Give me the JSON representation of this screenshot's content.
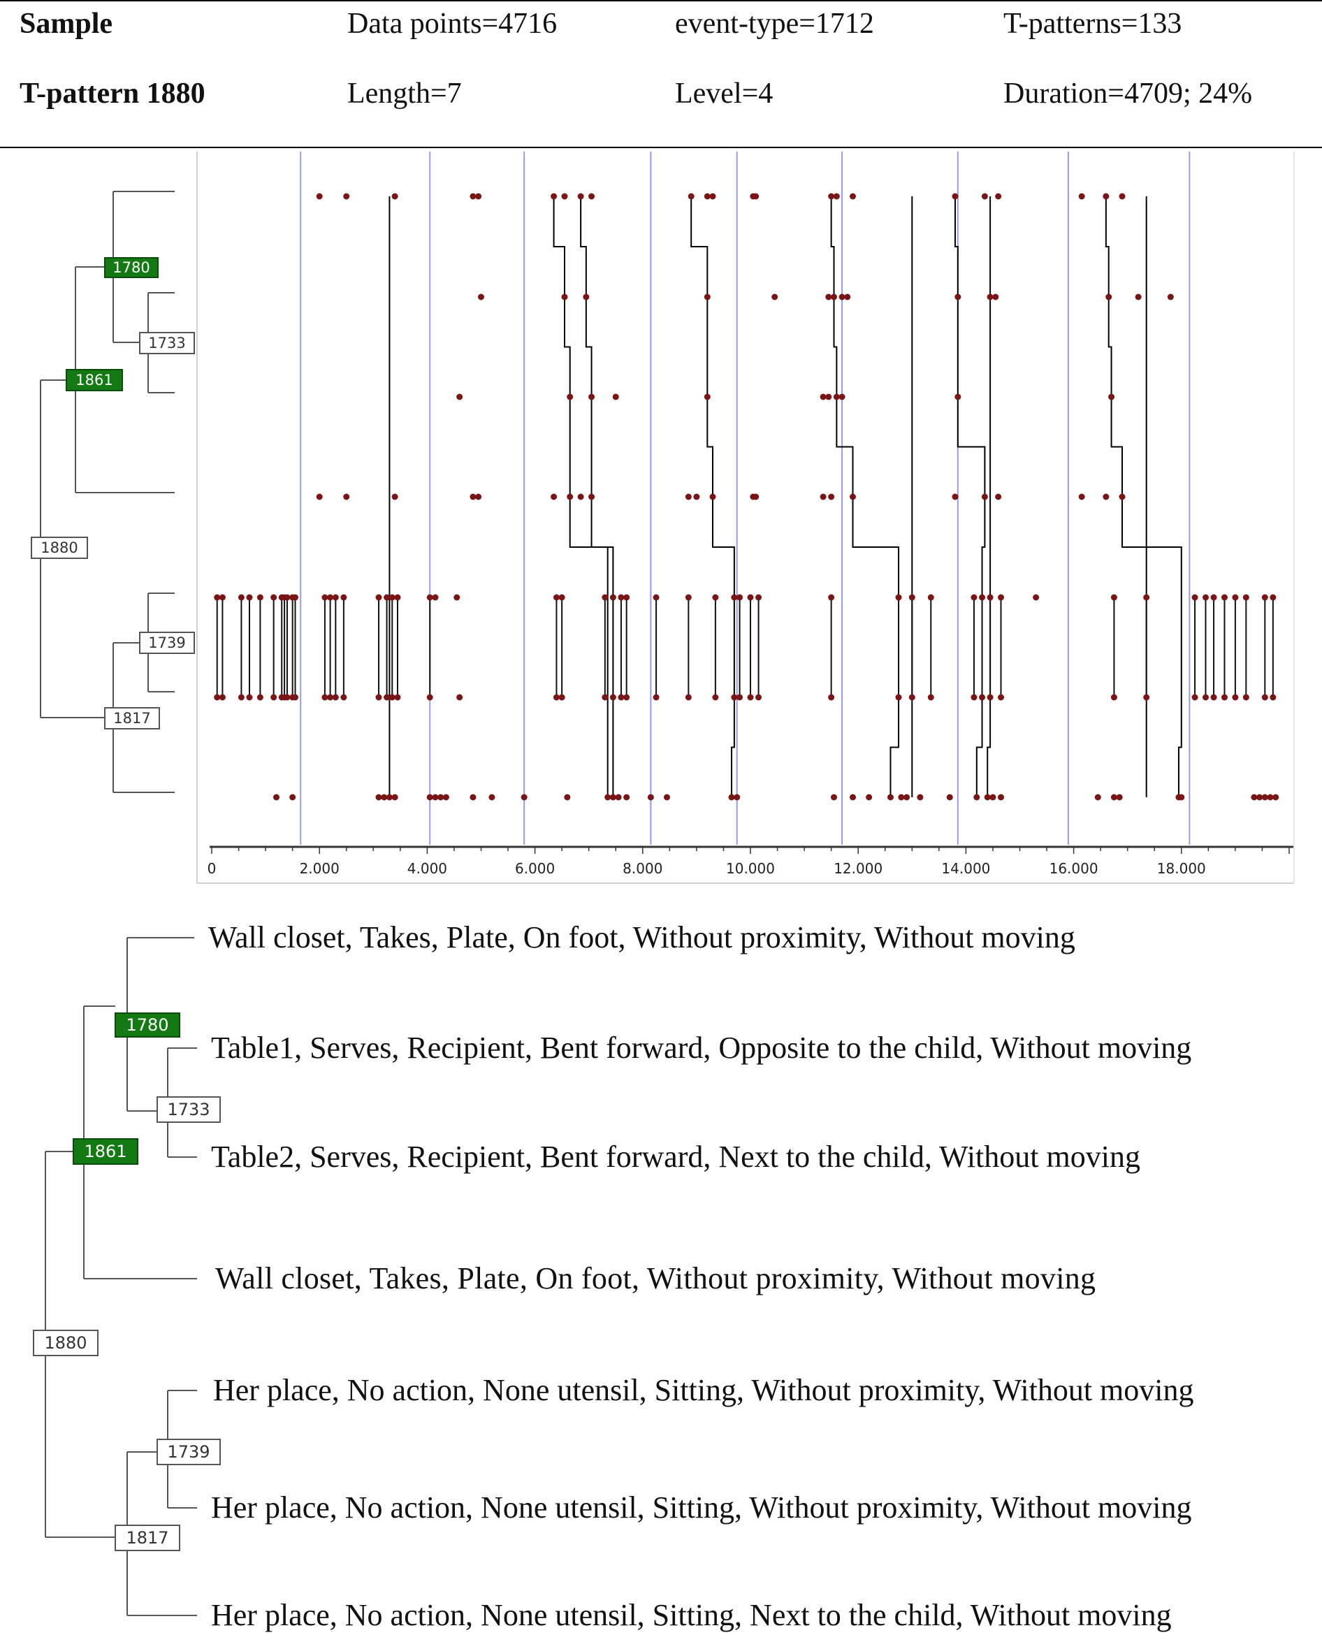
{
  "header": {
    "row1": {
      "name": "Sample",
      "data_points": "Data points=4716",
      "event_type": "event-type=1712",
      "t_patterns": "T-patterns=133"
    },
    "row2": {
      "name": "T-pattern 1880",
      "length": "Length=7",
      "level": "Level=4",
      "duration": "Duration=4709; 24%"
    }
  },
  "tree": {
    "nodes": [
      {
        "id": "1780",
        "label": "1780",
        "highlight": true
      },
      {
        "id": "1733",
        "label": "1733",
        "highlight": false
      },
      {
        "id": "1861",
        "label": "1861",
        "highlight": true
      },
      {
        "id": "1880",
        "label": "1880",
        "highlight": false
      },
      {
        "id": "1739",
        "label": "1739",
        "highlight": false
      },
      {
        "id": "1817",
        "label": "1817",
        "highlight": false
      }
    ]
  },
  "events": [
    "Wall closet, Takes, Plate, On foot, Without proximity, Without moving",
    "Table1, Serves,  Recipient, Bent forward, Opposite to the child, Without moving",
    "Table2, Serves,  Recipient, Bent forward, Next to the child, Without moving",
    "Wall closet, Takes, Plate, On foot, Without proximity, Without moving",
    "Her place, No action, None utensil, Sitting, Without proximity, Without moving",
    "Her place, No action, None utensil, Sitting, Without proximity, Without moving",
    "Her place, No action, None utensil, Sitting, Next to the child, Without moving"
  ],
  "colors": {
    "highlight_node": "#137a13",
    "point": "#7a1515",
    "guide_line": "#9a9ae8",
    "line": "#000000"
  },
  "chart_data": {
    "type": "scatter",
    "xlim": [
      0,
      20000
    ],
    "x_ticks": [
      "0",
      "2.000",
      "4.000",
      "6.000",
      "8.000",
      "10.000",
      "12.000",
      "14.000",
      "16.000",
      "18.000"
    ],
    "x_tick_values": [
      0,
      2000,
      4000,
      6000,
      8000,
      10000,
      12000,
      14000,
      16000,
      18000
    ],
    "guide_lines": [
      1650,
      4050,
      5800,
      8150,
      9750,
      11700,
      13850,
      15900,
      18150
    ],
    "rows": [
      [
        2000,
        2500,
        3400,
        4850,
        4950,
        6350,
        6550,
        6850,
        7050,
        8900,
        9200,
        9300,
        10050,
        10100,
        11500,
        11600,
        11900,
        13800,
        14350,
        14600,
        16150,
        16600,
        16900
      ],
      [
        5000,
        6550,
        6950,
        9200,
        10450,
        11450,
        11550,
        11700,
        11800,
        13850,
        14450,
        14550,
        16650,
        17200,
        17800
      ],
      [
        4600,
        6650,
        7050,
        7500,
        9200,
        11350,
        11450,
        11600,
        11700,
        13850,
        16700
      ],
      [
        2000,
        2500,
        3400,
        4850,
        4950,
        6350,
        6650,
        6850,
        7050,
        8850,
        9000,
        9300,
        10050,
        10100,
        11350,
        11500,
        11900,
        13800,
        14350,
        14600,
        16150,
        16600,
        16900
      ],
      [
        100,
        200,
        550,
        700,
        900,
        1150,
        1300,
        1350,
        1400,
        1500,
        1550,
        2100,
        2200,
        2300,
        2450,
        3100,
        3250,
        3350,
        3450,
        4050,
        4150,
        4550,
        6400,
        6500,
        7300,
        7450,
        7600,
        7700,
        8250,
        8850,
        9350,
        9700,
        9800,
        10000,
        10150,
        11500,
        12750,
        13000,
        13350,
        14150,
        14300,
        14450,
        14650,
        15300,
        16750,
        17350,
        18250,
        18450,
        18600,
        18800,
        19000,
        19200,
        19550,
        19700
      ],
      [
        100,
        200,
        550,
        700,
        900,
        1150,
        1300,
        1350,
        1400,
        1500,
        1550,
        2100,
        2200,
        2300,
        2450,
        3100,
        3250,
        3350,
        3450,
        4050,
        4600,
        6400,
        6500,
        7300,
        7450,
        7600,
        7700,
        8250,
        8850,
        9350,
        9700,
        9800,
        10000,
        10150,
        11500,
        12750,
        13000,
        13350,
        14150,
        14300,
        14450,
        14650,
        16750,
        17350,
        18250,
        18450,
        18600,
        18800,
        19000,
        19200,
        19550,
        19700
      ],
      [
        1200,
        1500,
        3100,
        3200,
        3300,
        3400,
        4050,
        4150,
        4250,
        4350,
        4850,
        5200,
        5800,
        6600,
        7350,
        7450,
        7550,
        7700,
        8150,
        8450,
        9650,
        9750,
        11550,
        11900,
        12200,
        12600,
        12800,
        12900,
        13150,
        13700,
        14200,
        14400,
        14500,
        14650,
        16450,
        16750,
        16850,
        17950,
        18000,
        19350,
        19450,
        19550,
        19650,
        19750
      ]
    ],
    "connections": [
      [
        6350,
        6550,
        6650,
        6650,
        7350,
        7350,
        7350
      ],
      [
        6850,
        6950,
        7050,
        7050,
        7450,
        7450,
        7450
      ],
      [
        8900,
        9200,
        9200,
        9300,
        9700,
        9700,
        9650
      ],
      [
        11500,
        11550,
        11600,
        11900,
        12750,
        12750,
        12600
      ],
      [
        13800,
        13850,
        13850,
        14350,
        14300,
        14300,
        14200
      ],
      [
        16600,
        16650,
        16700,
        16900,
        17350,
        17350,
        17350
      ],
      [
        3300,
        3300,
        3300,
        3300,
        3300,
        3300,
        3300
      ],
      [
        13000,
        13000,
        13000,
        13000,
        13000,
        13000,
        13000
      ],
      [
        14450,
        14450,
        14450,
        14450,
        14450,
        14450,
        14400
      ],
      [
        17350,
        17350,
        17350,
        17350,
        18000,
        18000,
        17950
      ]
    ]
  }
}
